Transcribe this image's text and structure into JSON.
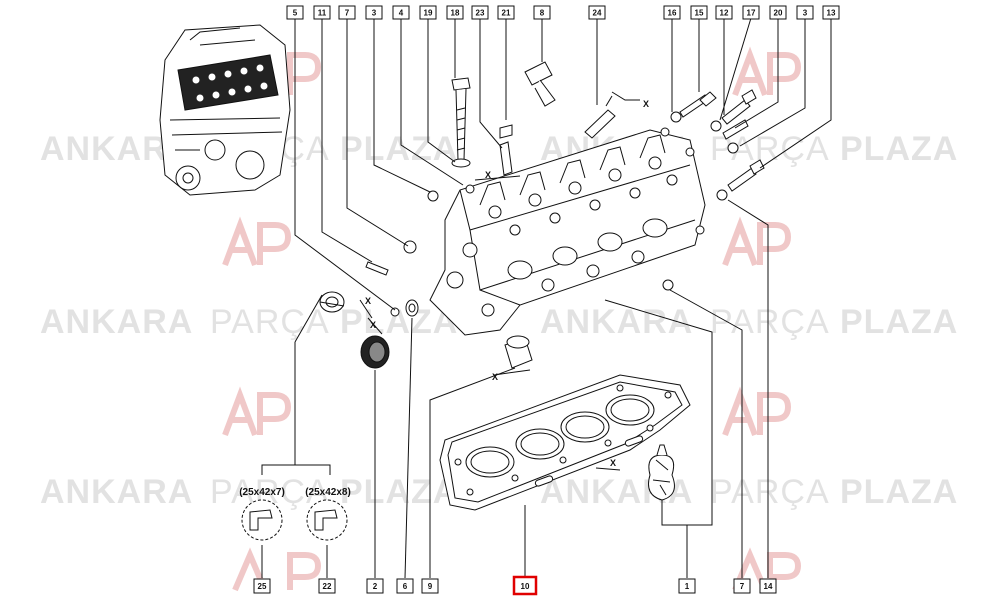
{
  "callouts_top": [
    "5",
    "11",
    "7",
    "3",
    "4",
    "19",
    "18",
    "23",
    "21",
    "8",
    "24",
    "16",
    "15",
    "12",
    "17",
    "20",
    "3",
    "13"
  ],
  "callouts_bottom": [
    "25",
    "22",
    "2",
    "6",
    "9",
    "10",
    "1",
    "7",
    "14"
  ],
  "highlighted_callout": "10",
  "seal_sizes": [
    "(25x42x7)",
    "(25x42x8)"
  ],
  "x_marker": "X",
  "watermark": {
    "brand_left": "ANKARA",
    "brand_mid": "PARÇA",
    "brand_right": "PLAZA",
    "logo_mark": "AP"
  },
  "colors": {
    "line": "#111111",
    "highlight_border": "#e00000",
    "watermark": "#d9d9d9",
    "logo_red": "#f0c8c8"
  }
}
